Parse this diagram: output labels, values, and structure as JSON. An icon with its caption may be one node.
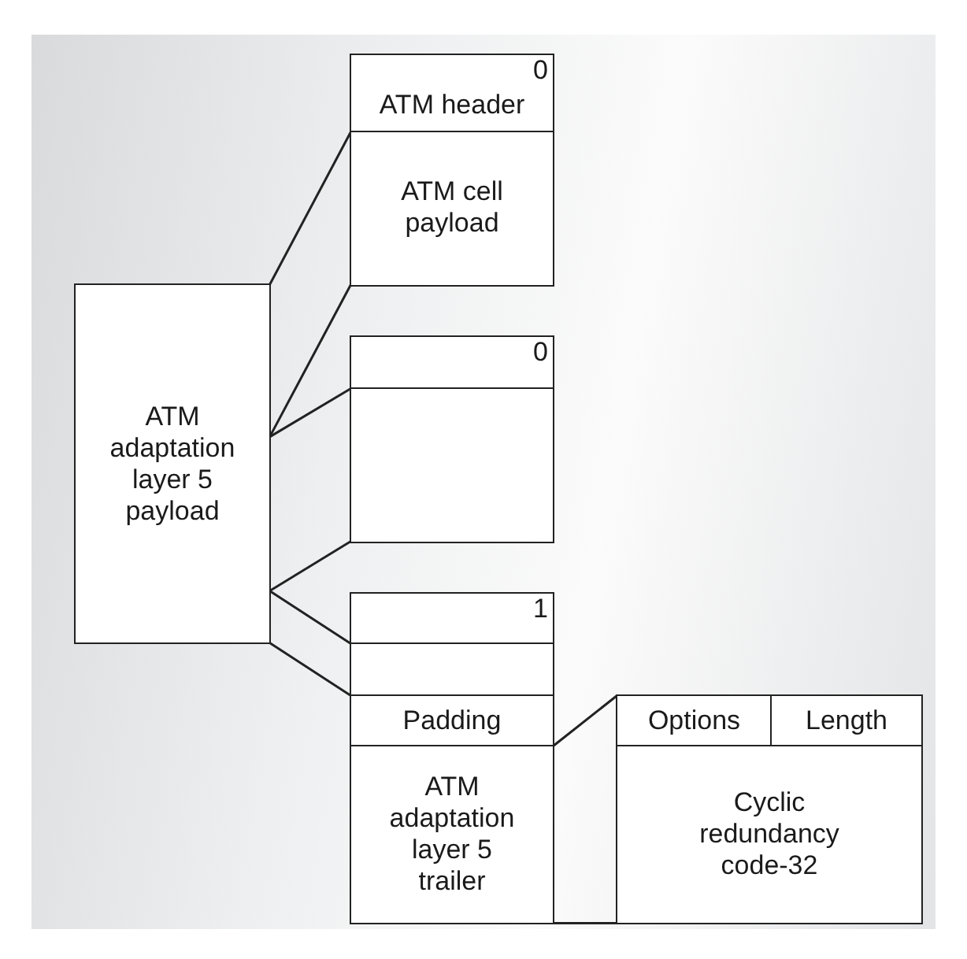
{
  "diagram": {
    "nodes": [
      {
        "text": [
          "ATM adaptation layer 5 payload"
        ]
      },
      {
        "text": [
          "0",
          "ATM header"
        ]
      },
      {
        "text": [
          "ATM cell payload"
        ]
      },
      {
        "text": [
          "0"
        ]
      },
      {
        "text": [],
        "shape": "box"
      },
      {
        "text": [
          "1"
        ]
      },
      {
        "text": [],
        "shape": "box"
      },
      {
        "text": [
          "Padding"
        ]
      },
      {
        "text": [
          "ATM adaptation layer 5 trailer"
        ]
      },
      {
        "text": [
          "Options"
        ]
      },
      {
        "text": [
          "Length"
        ]
      },
      {
        "text": [
          "Cyclic redundancy code-32"
        ]
      }
    ],
    "edges": [
      {
        "from": 0,
        "to": 2,
        "arrow": "none"
      },
      {
        "from": 0,
        "to": 2,
        "arrow": "none"
      },
      {
        "from": 0,
        "to": 4,
        "arrow": "none"
      },
      {
        "from": 0,
        "to": 4,
        "arrow": "none"
      },
      {
        "from": 0,
        "to": 6,
        "arrow": "none"
      },
      {
        "from": 0,
        "to": 6,
        "arrow": "none"
      },
      {
        "from": 8,
        "to": 9,
        "arrow": "none"
      },
      {
        "from": 8,
        "to": 11,
        "arrow": "none"
      }
    ]
  }
}
